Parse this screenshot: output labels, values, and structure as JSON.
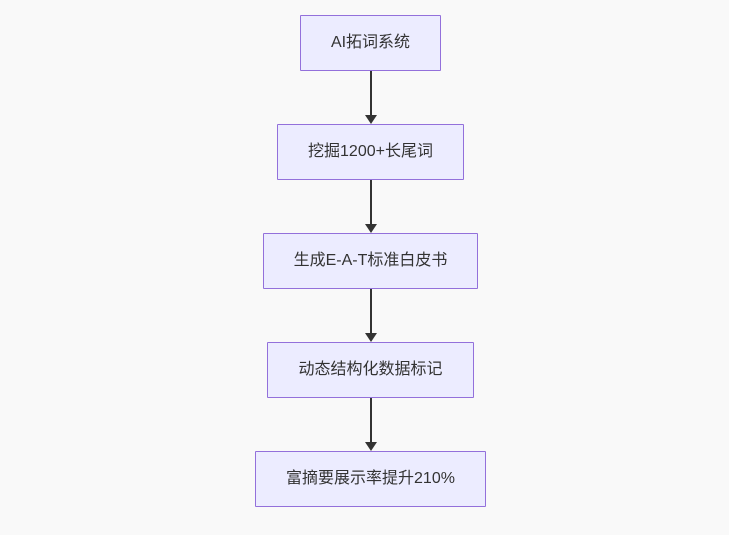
{
  "flowchart": {
    "type": "flowchart",
    "direction": "top-down",
    "nodes": [
      {
        "id": "n1",
        "label": "AI拓词系统"
      },
      {
        "id": "n2",
        "label": "挖掘1200+长尾词"
      },
      {
        "id": "n3",
        "label": "生成E-A-T标准白皮书"
      },
      {
        "id": "n4",
        "label": "动态结构化数据标记"
      },
      {
        "id": "n5",
        "label": "富摘要展示率提升210%"
      }
    ],
    "edges": [
      {
        "from": "n1",
        "to": "n2",
        "style": "arrow-down"
      },
      {
        "from": "n2",
        "to": "n3",
        "style": "arrow-down"
      },
      {
        "from": "n3",
        "to": "n4",
        "style": "arrow-down"
      },
      {
        "from": "n4",
        "to": "n5",
        "style": "arrow-down"
      }
    ],
    "colors": {
      "background": "#f9f9f9",
      "node_fill": "#ECECFF",
      "node_border": "#9370DB",
      "text": "#333333",
      "arrow": "#333333"
    }
  }
}
